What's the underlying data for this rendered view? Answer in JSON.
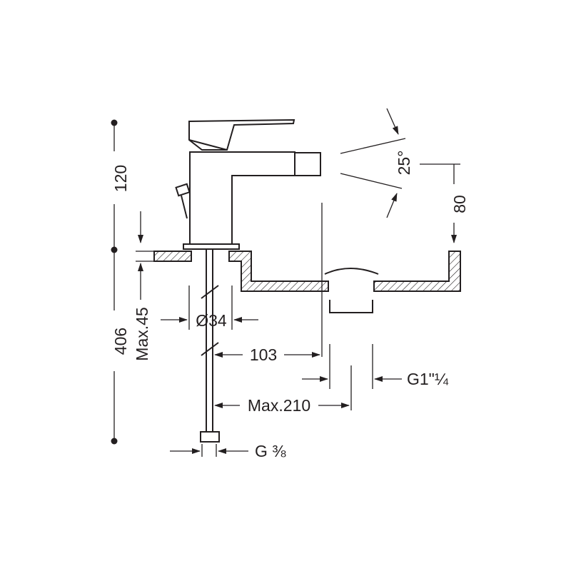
{
  "drawing": {
    "dim_height_top": "120",
    "dim_height_total": "406",
    "dim_deck_thickness": "Max.45",
    "dim_hole_diameter": "Ø34",
    "dim_spout_reach": "103",
    "dim_max_reach": "Max.210",
    "dim_outlet_height": "80",
    "dim_spray_angle": "25°",
    "dim_waste_thread": "G1\"¼",
    "dim_supply_thread": "G ⅜"
  }
}
